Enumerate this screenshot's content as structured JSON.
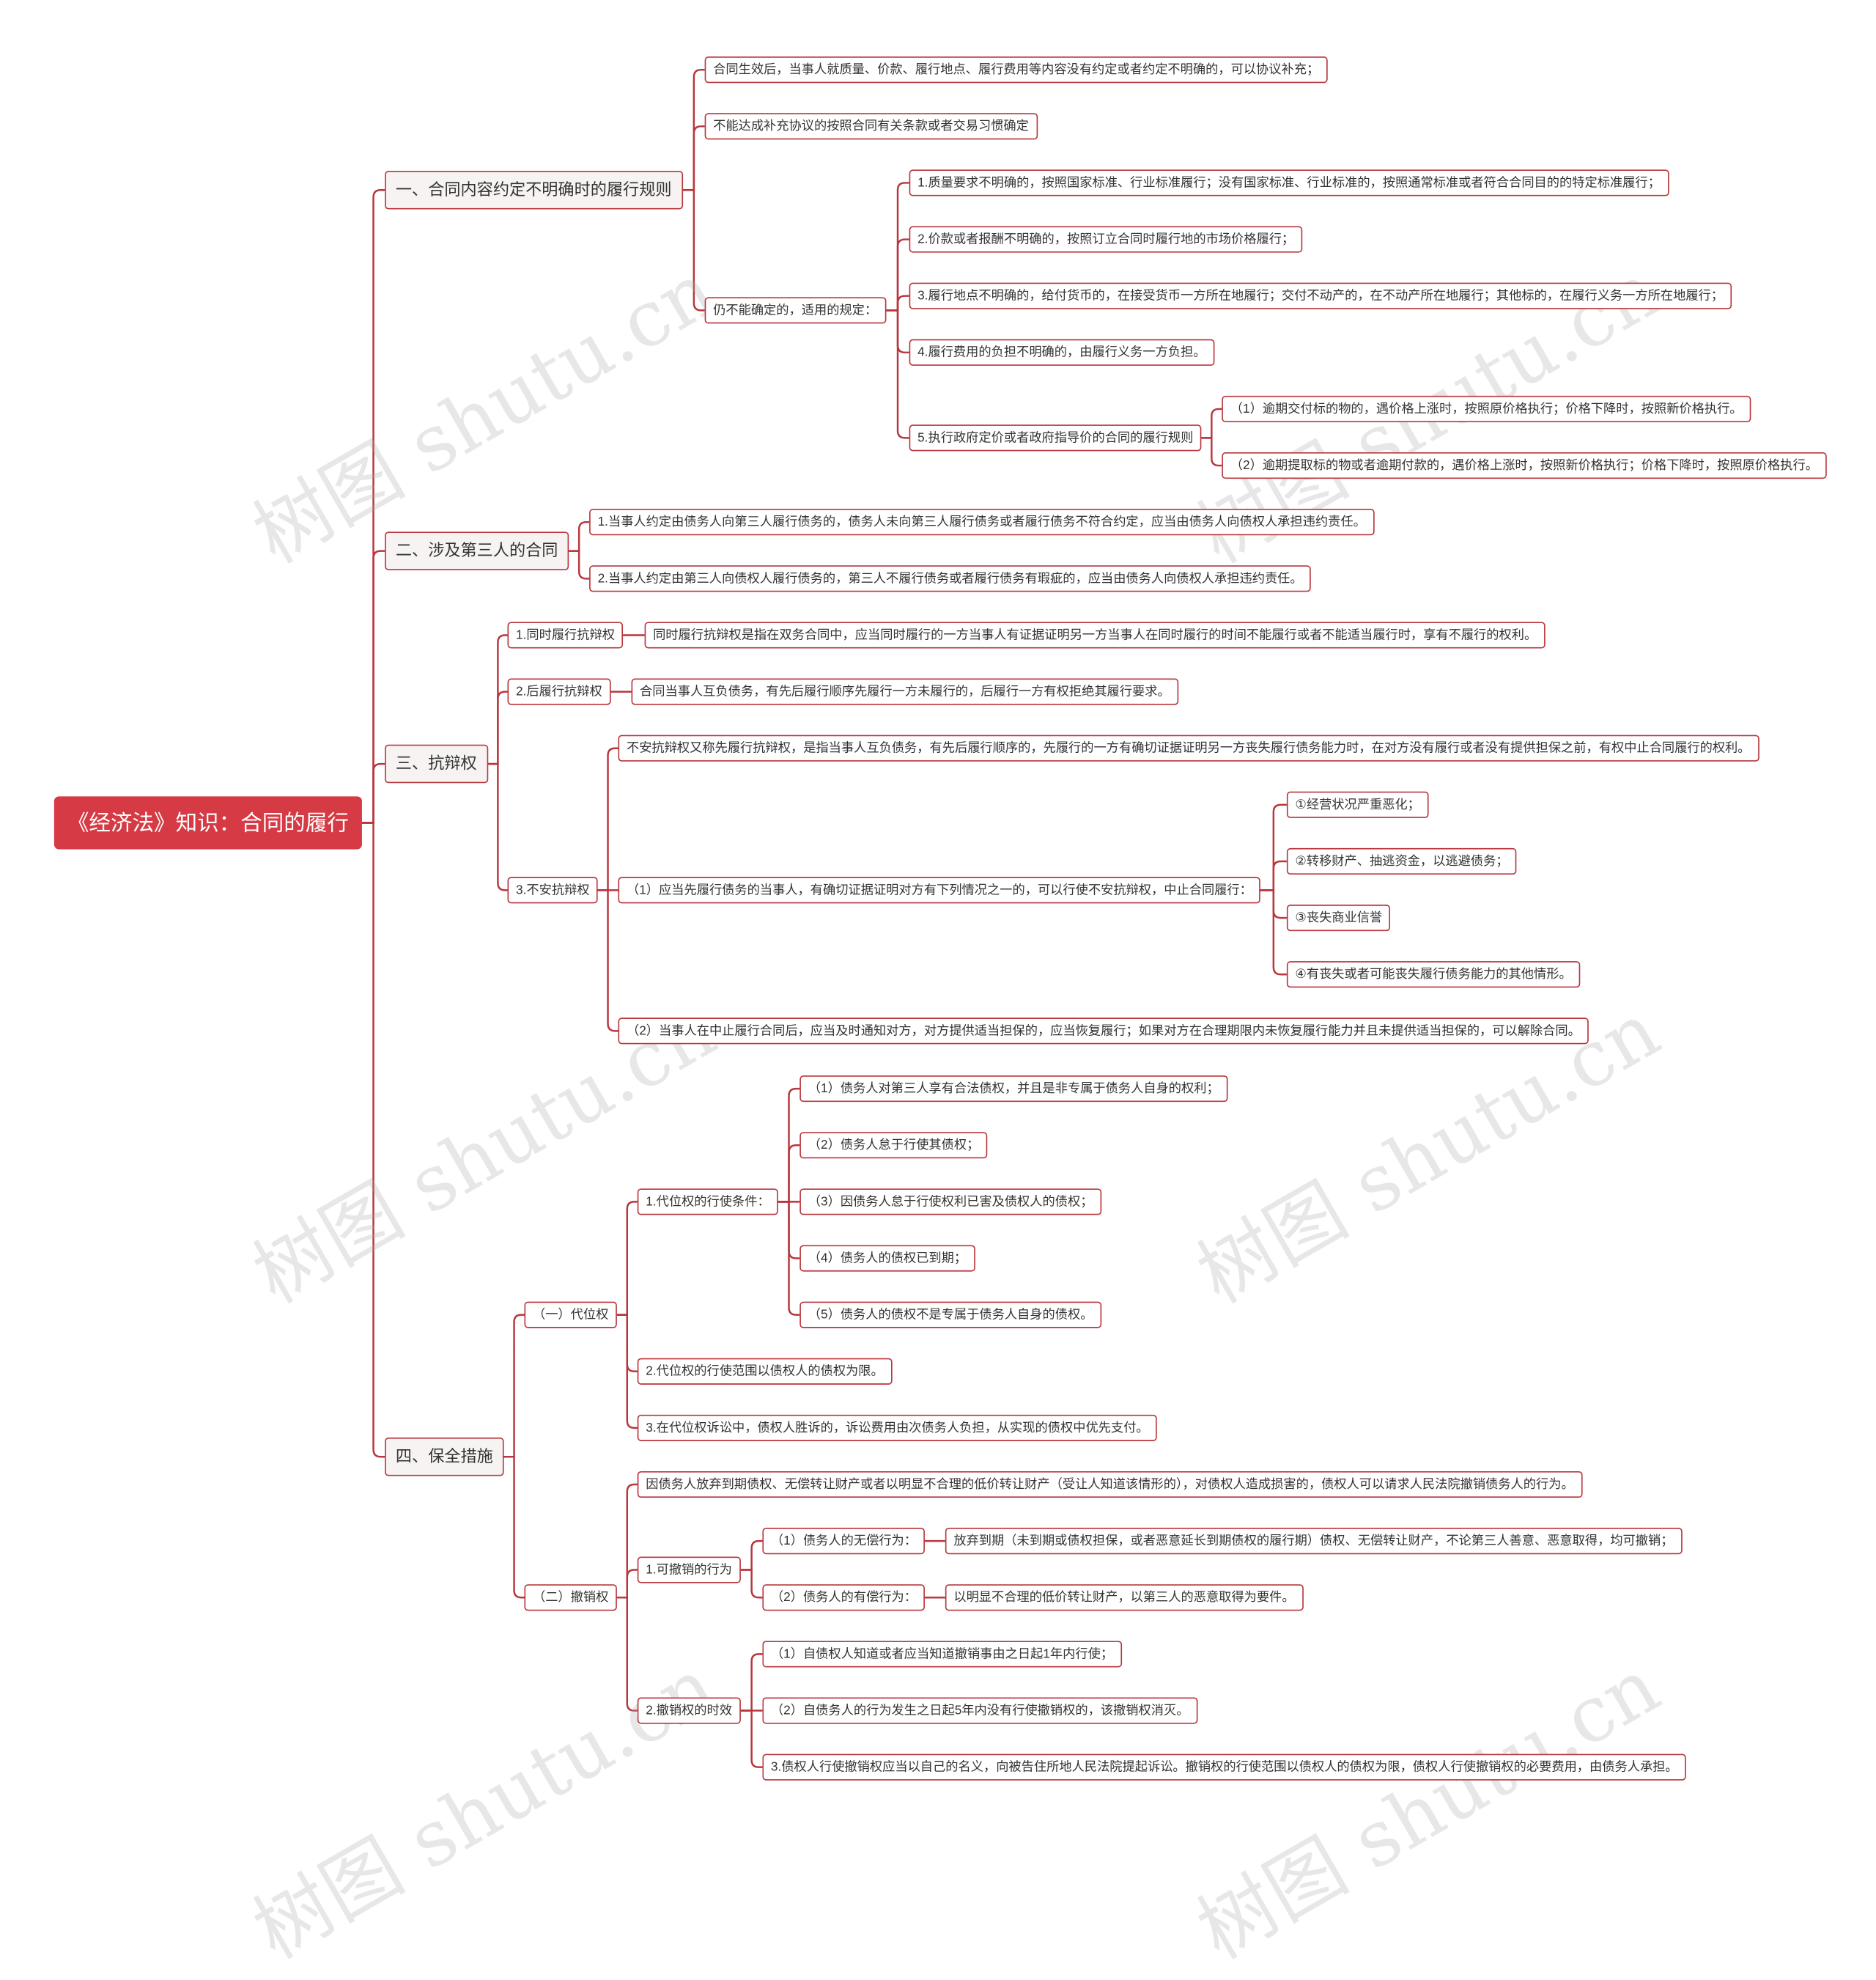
{
  "watermark": "树图 shutu.cn",
  "root": "《经济法》知识：合同的履行",
  "nodes": {
    "n1": "一、合同内容约定不明确时的履行规则",
    "n1a": "合同生效后，当事人就质量、价款、履行地点、履行费用等内容没有约定或者约定不明确的，可以协议补充；",
    "n1b": "不能达成补充协议的按照合同有关条款或者交易习惯确定",
    "n1c": "仍不能确定的，适用的规定：",
    "n1c1": "1.质量要求不明确的，按照国家标准、行业标准履行；没有国家标准、行业标准的，按照通常标准或者符合合同目的的特定标准履行；",
    "n1c2": "2.价款或者报酬不明确的，按照订立合同时履行地的市场价格履行；",
    "n1c3": "3.履行地点不明确的，给付货币的，在接受货币一方所在地履行；交付不动产的，在不动产所在地履行；其他标的，在履行义务一方所在地履行；",
    "n1c4": "4.履行费用的负担不明确的，由履行义务一方负担。",
    "n1c5": "5.执行政府定价或者政府指导价的合同的履行规则",
    "n1c5a": "（1）逾期交付标的物的，遇价格上涨时，按照原价格执行；价格下降时，按照新价格执行。",
    "n1c5b": "（2）逾期提取标的物或者逾期付款的，遇价格上涨时，按照新价格执行；价格下降时，按照原价格执行。",
    "n2": "二、涉及第三人的合同",
    "n2a": "1.当事人约定由债务人向第三人履行债务的，债务人未向第三人履行债务或者履行债务不符合约定，应当由债务人向债权人承担违约责任。",
    "n2b": "2.当事人约定由第三人向债权人履行债务的，第三人不履行债务或者履行债务有瑕疵的，应当由债务人向债权人承担违约责任。",
    "n3": "三、抗辩权",
    "n3a": "1.同时履行抗辩权",
    "n3a1": "同时履行抗辩权是指在双务合同中，应当同时履行的一方当事人有证据证明另一方当事人在同时履行的时间不能履行或者不能适当履行时，享有不履行的权利。",
    "n3b": "2.后履行抗辩权",
    "n3b1": "合同当事人互负债务，有先后履行顺序先履行一方未履行的，后履行一方有权拒绝其履行要求。",
    "n3c": "3.不安抗辩权",
    "n3c1": "不安抗辩权又称先履行抗辩权，是指当事人互负债务，有先后履行顺序的，先履行的一方有确切证据证明另一方丧失履行债务能力时，在对方没有履行或者没有提供担保之前，有权中止合同履行的权利。",
    "n3c2": "（1）应当先履行债务的当事人，有确切证据证明对方有下列情况之一的，可以行使不安抗辩权，中止合同履行：",
    "n3c2a": "①经营状况严重恶化；",
    "n3c2b": "②转移财产、抽逃资金，以逃避债务；",
    "n3c2c": "③丧失商业信誉",
    "n3c2d": "④有丧失或者可能丧失履行债务能力的其他情形。",
    "n3c3": "（2）当事人在中止履行合同后，应当及时通知对方，对方提供适当担保的，应当恢复履行；如果对方在合理期限内未恢复履行能力并且未提供适当担保的，可以解除合同。",
    "n4": "四、保全措施",
    "n4a": "（一）代位权",
    "n4a1": "1.代位权的行使条件：",
    "n4a1a": "（1）债务人对第三人享有合法债权，并且是非专属于债务人自身的权利；",
    "n4a1b": "（2）债务人怠于行使其债权；",
    "n4a1c": "（3）因债务人怠于行使权利已害及债权人的债权；",
    "n4a1d": "（4）债务人的债权已到期；",
    "n4a1e": "（5）债务人的债权不是专属于债务人自身的债权。",
    "n4a2": "2.代位权的行使范围以债权人的债权为限。",
    "n4a3": "3.在代位权诉讼中，债权人胜诉的，诉讼费用由次债务人负担，从实现的债权中优先支付。",
    "n4b": "（二）撤销权",
    "n4b0": "因债务人放弃到期债权、无偿转让财产或者以明显不合理的低价转让财产（受让人知道该情形的），对债权人造成损害的，债权人可以请求人民法院撤销债务人的行为。",
    "n4b1": "1.可撤销的行为",
    "n4b1a": "（1）债务人的无偿行为：",
    "n4b1a1": "放弃到期（未到期或债权担保，或者恶意延长到期债权的履行期）债权、无偿转让财产，不论第三人善意、恶意取得，均可撤销；",
    "n4b1b": "（2）债务人的有偿行为：",
    "n4b1b1": "以明显不合理的低价转让财产，以第三人的恶意取得为要件。",
    "n4b2": "2.撤销权的时效",
    "n4b2a": "（1）自债权人知道或者应当知道撤销事由之日起1年内行使；",
    "n4b2b": "（2）自债务人的行为发生之日起5年内没有行使撤销权的，该撤销权消灭。",
    "n4b2c": "3.债权人行使撤销权应当以自己的名义，向被告住所地人民法院提起诉讼。撤销权的行使范围以债权人的债权为限，债权人行使撤销权的必要费用，由债务人承担。"
  },
  "colors": {
    "accent": "#d63a45",
    "line": "#b8363d"
  }
}
